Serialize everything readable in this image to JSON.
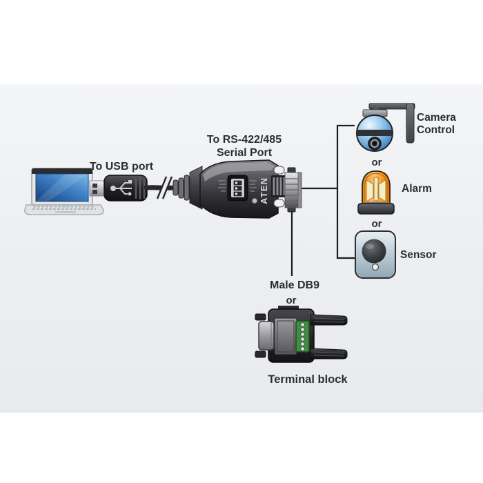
{
  "cable": {
    "brand": "ATEN",
    "usb_end_label": "To USB port",
    "serial_end_label": "To RS-422/485 Serial Port",
    "connector_option_1": "Male DB9",
    "connector_separator": "or",
    "connector_option_2": "Terminal block"
  },
  "source": {
    "icon": "laptop-icon"
  },
  "targets": {
    "camera": {
      "label": "Camera Control",
      "icon": "dome-camera-icon"
    },
    "separator_1": "or",
    "alarm": {
      "label": "Alarm",
      "icon": "alarm-beacon-icon"
    },
    "separator_2": "or",
    "sensor": {
      "label": "Sensor",
      "icon": "sensor-icon"
    }
  },
  "colors": {
    "line": "#1c1c1e",
    "label_text": "#2d2d2f",
    "adapter_body": "#3a3a3e",
    "screen_blue": "#2a5aa0",
    "camera_blue": "#5b9fd6",
    "alarm_orange": "#f5931f",
    "sensor_steel": "#b4c6d0",
    "terminal_green": "#3e8e3e",
    "background_band": "#edeff2"
  }
}
